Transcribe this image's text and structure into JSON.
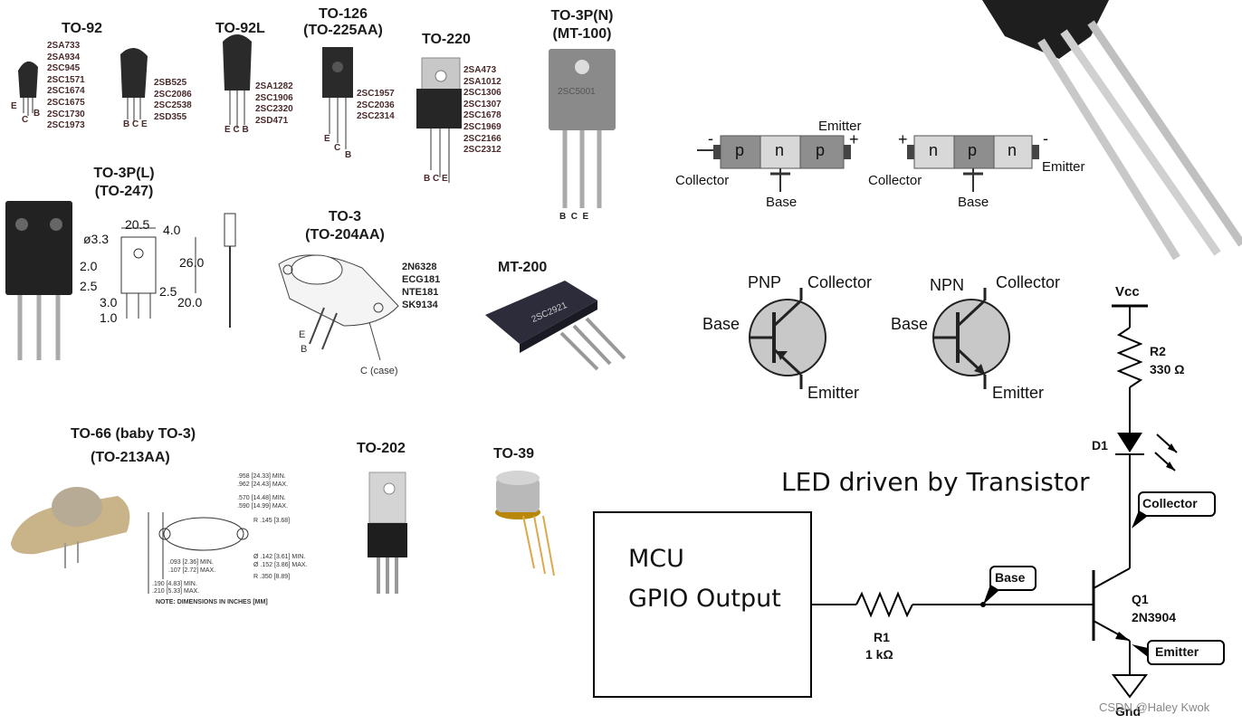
{
  "packages": {
    "to92": {
      "title": "TO-92",
      "parts": "2SA733\n2SA934\n2SC945\n2SC1571\n2SC1674\n2SC1675\n2SC1730\n2SC1973",
      "parts2": "2SB525\n2SC2086\n2SC2538\n2SD355",
      "pin_e": "E",
      "pin_c": "C",
      "pin_b": "B",
      "pins2": "B C E"
    },
    "to92l": {
      "title": "TO-92L",
      "parts": "2SA1282\n2SC1906\n2SC2320\n2SD471",
      "pins": "E C B"
    },
    "to126": {
      "title": "TO-126",
      "subtitle": "(TO-225AA)",
      "parts": "2SC1957\n2SC2036\n2SC2314",
      "pin_e": "E",
      "pin_c": "C",
      "pin_b": "B"
    },
    "to220": {
      "title": "TO-220",
      "parts": "2SA473\n2SA1012\n2SC1306\n2SC1307\n2SC1678\n2SC1969\n2SC2166\n2SC2312",
      "pins": "B C E"
    },
    "to3pn": {
      "title": "TO-3P(N)",
      "subtitle": "(MT-100)",
      "marking": "2SC5001",
      "pins": "B  C  E"
    },
    "to3pl": {
      "title": "TO-3P(L)",
      "subtitle": "(TO-247)",
      "dims": [
        "20.5",
        "4.0",
        "ø3.3",
        "26.0",
        "2.0",
        "2.5",
        "2.5",
        "20.0",
        "3.0",
        "1.0"
      ]
    },
    "to3": {
      "title": "TO-3",
      "subtitle": "(TO-204AA)",
      "parts": "2N6328\nECG181\nNTE181\nSK9134",
      "pin_e": "E",
      "pin_b": "B",
      "case": "C (case)"
    },
    "mt200": {
      "title": "MT-200",
      "marking": "2SC2921"
    },
    "to66": {
      "title": "TO-66 (baby TO-3)",
      "subtitle": "(TO-213AA)",
      "notes": [
        ".958 [24.33] MIN.",
        ".962 [24.43] MAX.",
        ".570 [14.48] MIN.",
        ".590 [14.99] MAX.",
        "R .145 [3.68]",
        "Ø .142 [3.61] MIN.",
        "Ø .152 [3.86] MAX.",
        ".093 [2.36] MIN.",
        ".107 [2.72] MAX.",
        "R .350 [8.89]",
        ".190 [4.83] MIN.",
        ".210 [5.33] MAX."
      ],
      "footnote": "NOTE: DIMENSIONS IN INCHES [MM]"
    },
    "to202": {
      "title": "TO-202"
    },
    "to39": {
      "title": "TO-39"
    }
  },
  "junctions": {
    "pnp": {
      "regions": [
        "p",
        "n",
        "p"
      ],
      "plus": "+",
      "minus": "-",
      "emitter": "Emitter",
      "collector": "Collector",
      "base": "Base"
    },
    "npn": {
      "regions": [
        "n",
        "p",
        "n"
      ],
      "plus": "+",
      "minus": "-",
      "emitter": "Emitter",
      "collector": "Collector",
      "base": "Base"
    }
  },
  "symbols": {
    "pnp": {
      "type": "PNP",
      "collector": "Collector",
      "base": "Base",
      "emitter": "Emitter"
    },
    "npn": {
      "type": "NPN",
      "collector": "Collector",
      "base": "Base",
      "emitter": "Emitter"
    }
  },
  "circuit": {
    "title": "LED driven by Transistor",
    "mcu_line1": "MCU",
    "mcu_line2": "GPIO Output",
    "vcc": "Vcc",
    "r2_name": "R2",
    "r2_value": "330 Ω",
    "d1": "D1",
    "collector_tag": "Collector",
    "base_tag": "Base",
    "emitter_tag": "Emitter",
    "r1_name": "R1",
    "r1_value": "1 kΩ",
    "q1_name": "Q1",
    "q1_part": "2N3904",
    "gnd": "Gnd"
  },
  "watermark": "CSDN @Haley Kwok",
  "colors": {
    "body_dark": "#2b2b2b",
    "metal": "#b9b9b9",
    "gold": "#d9a94a",
    "gray_region": "#9a9a9a",
    "light_region": "#d8d8d8",
    "symbol_fill": "#c8c8c8"
  }
}
